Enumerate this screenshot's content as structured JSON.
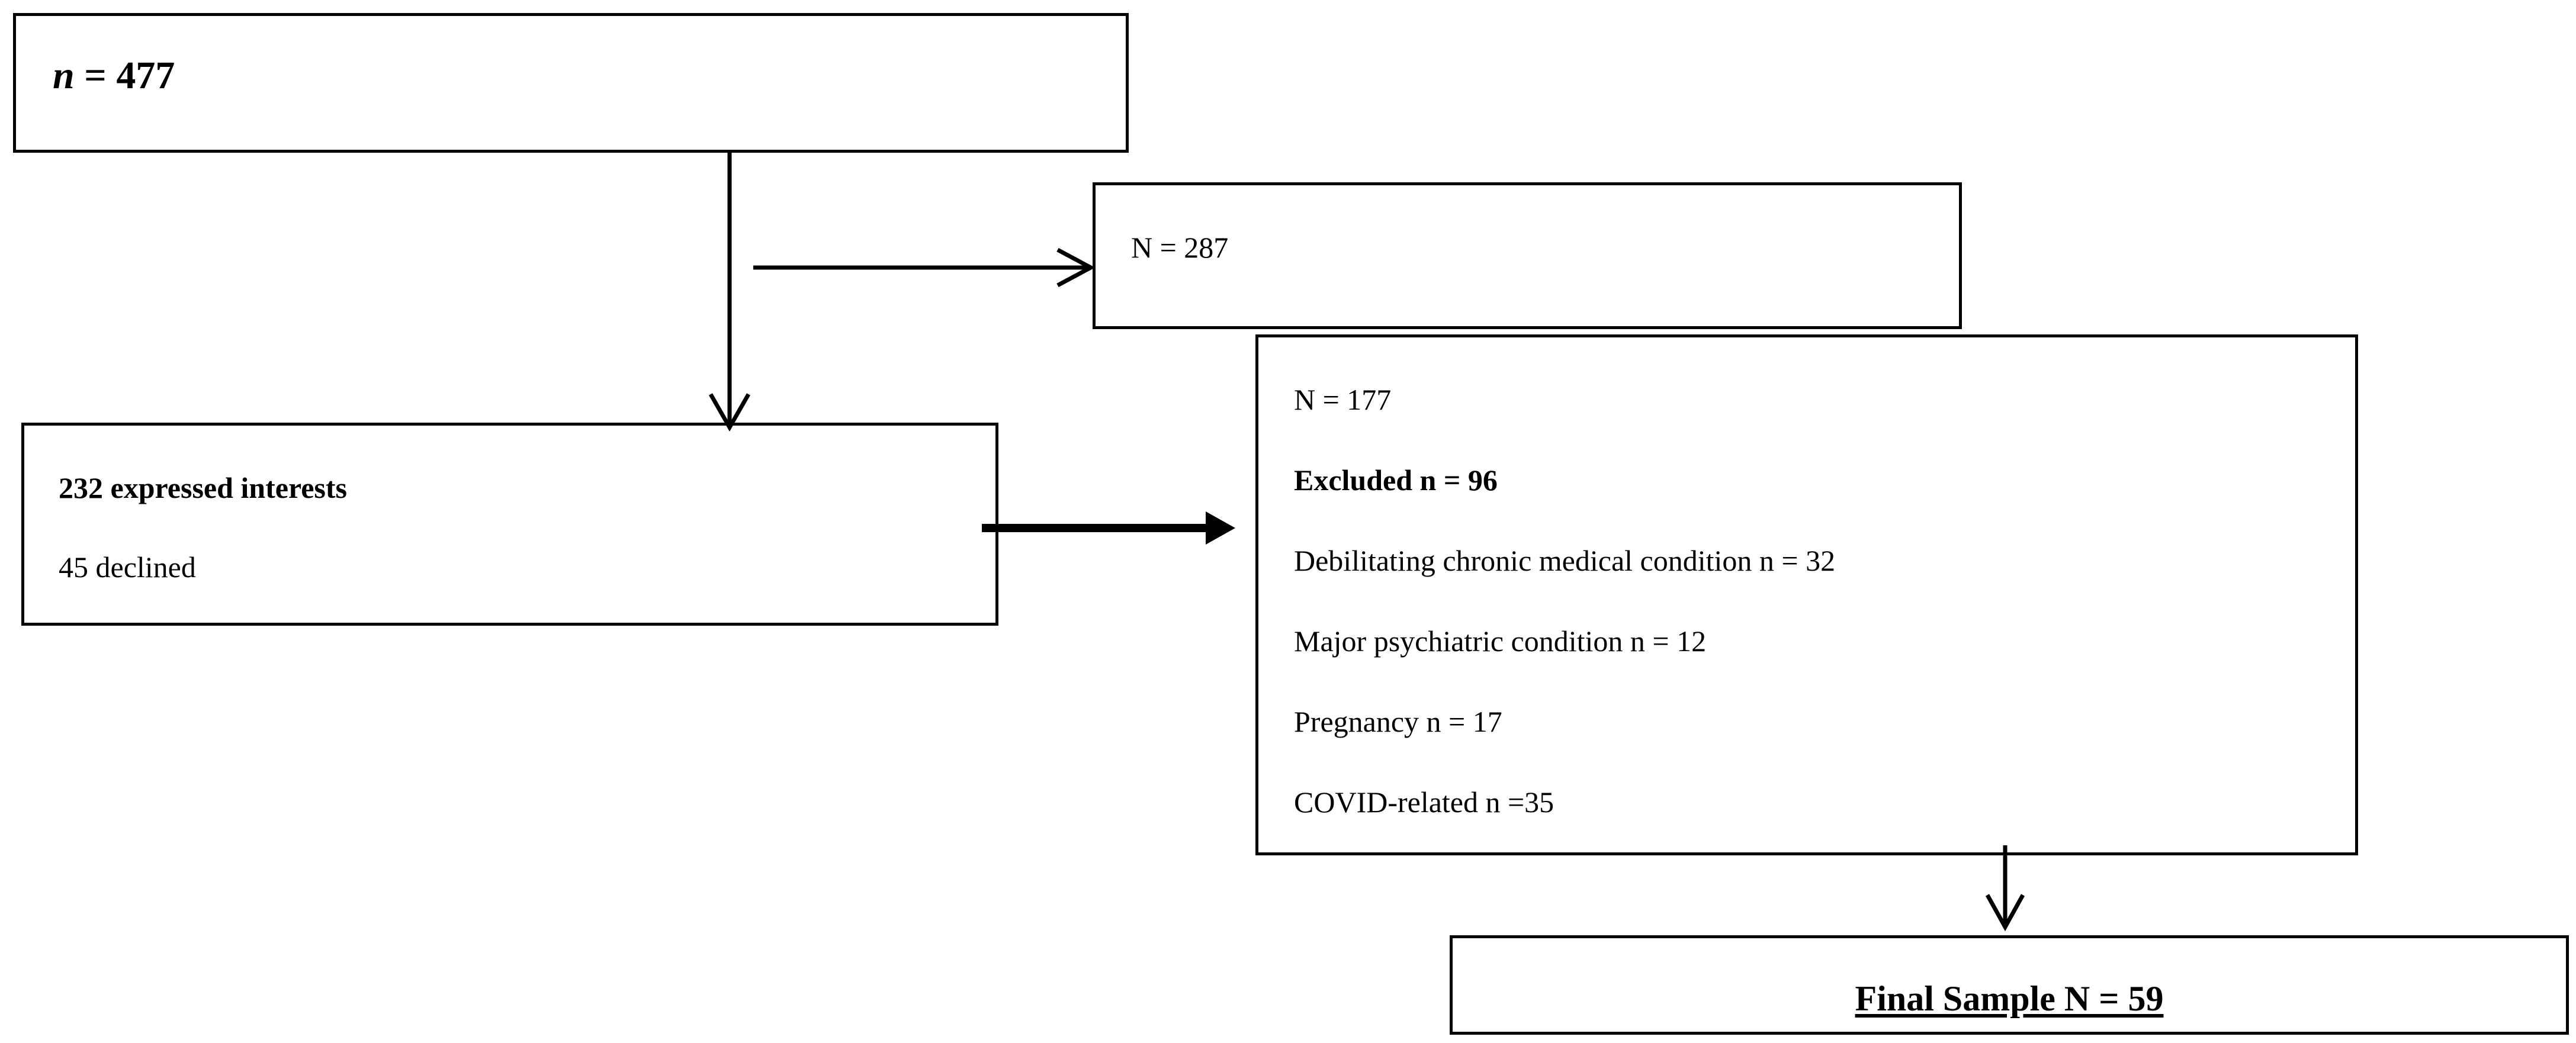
{
  "flowchart": {
    "start": {
      "n_label": "n",
      "n_value": "= 477"
    },
    "side_box": {
      "text": "N = 287"
    },
    "interest_box": {
      "line1": "232 expressed interests",
      "line2": "45 declined"
    },
    "screen_box": {
      "total": "N = 177",
      "excluded": "Excluded n = 96",
      "reasons": [
        "Debilitating chronic medical condition n = 32",
        "Major psychiatric condition n = 12",
        "Pregnancy n = 17",
        "COVID-related n =35"
      ]
    },
    "final_box": {
      "text": "Final Sample N = 59"
    }
  }
}
